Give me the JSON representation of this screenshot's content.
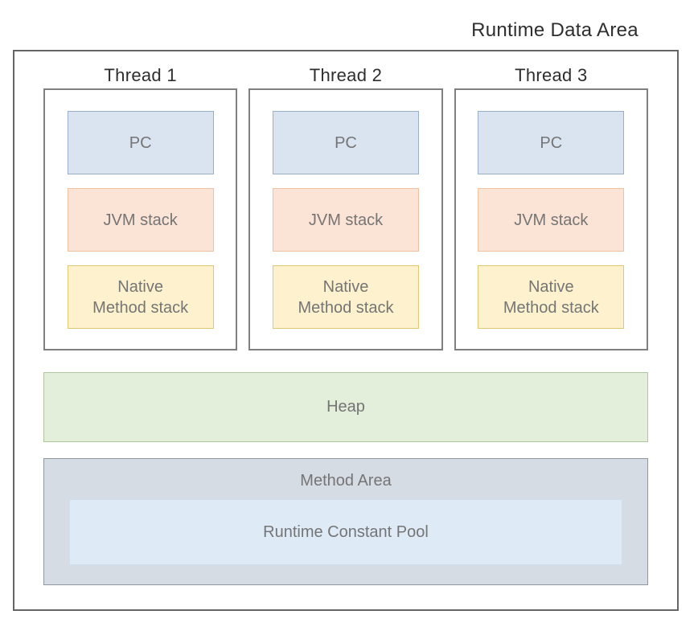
{
  "title": "Runtime Data Area",
  "threads": [
    {
      "label": "Thread 1",
      "boxes": [
        {
          "name": "pc",
          "lines": [
            "PC",
            ""
          ]
        },
        {
          "name": "jvm-stack",
          "lines": [
            "JVM stack",
            ""
          ]
        },
        {
          "name": "native-method-stack",
          "lines": [
            "Native",
            "Method stack"
          ]
        }
      ]
    },
    {
      "label": "Thread 2",
      "boxes": [
        {
          "name": "pc",
          "lines": [
            "PC",
            ""
          ]
        },
        {
          "name": "jvm-stack",
          "lines": [
            "JVM stack",
            ""
          ]
        },
        {
          "name": "native-method-stack",
          "lines": [
            "Native",
            "Method stack"
          ]
        }
      ]
    },
    {
      "label": "Thread 3",
      "boxes": [
        {
          "name": "pc",
          "lines": [
            "PC",
            ""
          ]
        },
        {
          "name": "jvm-stack",
          "lines": [
            "JVM stack",
            ""
          ]
        },
        {
          "name": "native-method-stack",
          "lines": [
            "Native",
            "Method stack"
          ]
        }
      ]
    }
  ],
  "heap": {
    "label": "Heap"
  },
  "method_area": {
    "label": "Method Area",
    "pool": {
      "label": "Runtime Constant Pool"
    }
  },
  "colors": {
    "pc-fill": "#dae4f0",
    "pc-border": "#97afc9",
    "jvm-fill": "#fbe3d5",
    "jvm-border": "#efc3a2",
    "native-fill": "#fdf2cd",
    "native-border": "#e0c771",
    "heap-fill": "#e3efdb",
    "heap-border": "#aec79c",
    "method-fill": "#d6dce4",
    "method-border": "#90979f",
    "pool-fill": "#deeaf6",
    "pool-border": "#cddeed",
    "box-text": "#757575",
    "heading-text": "#2e2e2e",
    "frame-border": "#666666",
    "thread-border": "#7f7f7f"
  }
}
